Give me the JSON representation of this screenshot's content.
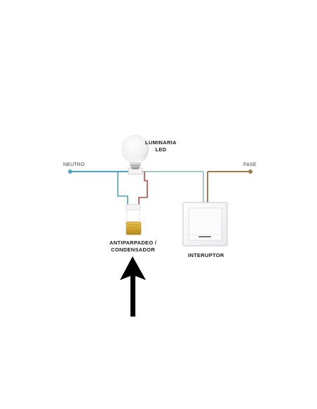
{
  "labels": {
    "luminaria_line1": "LUMINARIA",
    "luminaria_line2": "LED",
    "neutro": "NEUTRO",
    "fase": "FASE",
    "antiparpadeo_line1": "ANTIPARPADEO /",
    "antiparpadeo_line2": "CONDENSADOR",
    "interruptor": "INTERUPTOR"
  },
  "colors": {
    "neutral_wire": "#4aa3c8",
    "phase_wire": "#a27a4e",
    "return_wire": "#a7c9cc",
    "live_to_lamp": "#b84a3a",
    "capacitor_body": "#d9a932",
    "arrow": "#000000"
  },
  "icons": {
    "bulb": "led-bulb-icon",
    "switch": "wall-switch-icon",
    "capacitor": "capacitor-icon",
    "arrow": "up-arrow-icon"
  }
}
